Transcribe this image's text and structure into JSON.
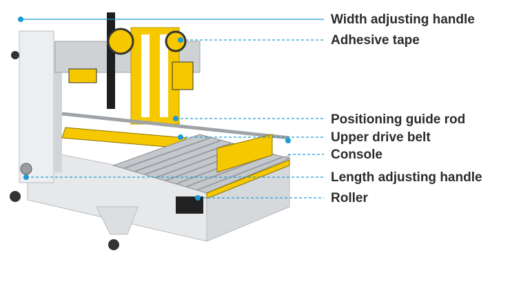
{
  "labels": {
    "width_adjusting_handle": "Width adjusting handle",
    "adhesive_tape": "Adhesive tape",
    "positioning_guide_rod": "Positioning guide rod",
    "upper_drive_belt": "Upper drive belt",
    "console": "Console",
    "length_adjusting_handle": "Length adjusting handle",
    "roller": "Roller"
  },
  "colors": {
    "accent": "#1a9ad6",
    "text": "#2b2b2b",
    "machine_yellow": "#f5c800",
    "frame": "#e4e6e8"
  }
}
